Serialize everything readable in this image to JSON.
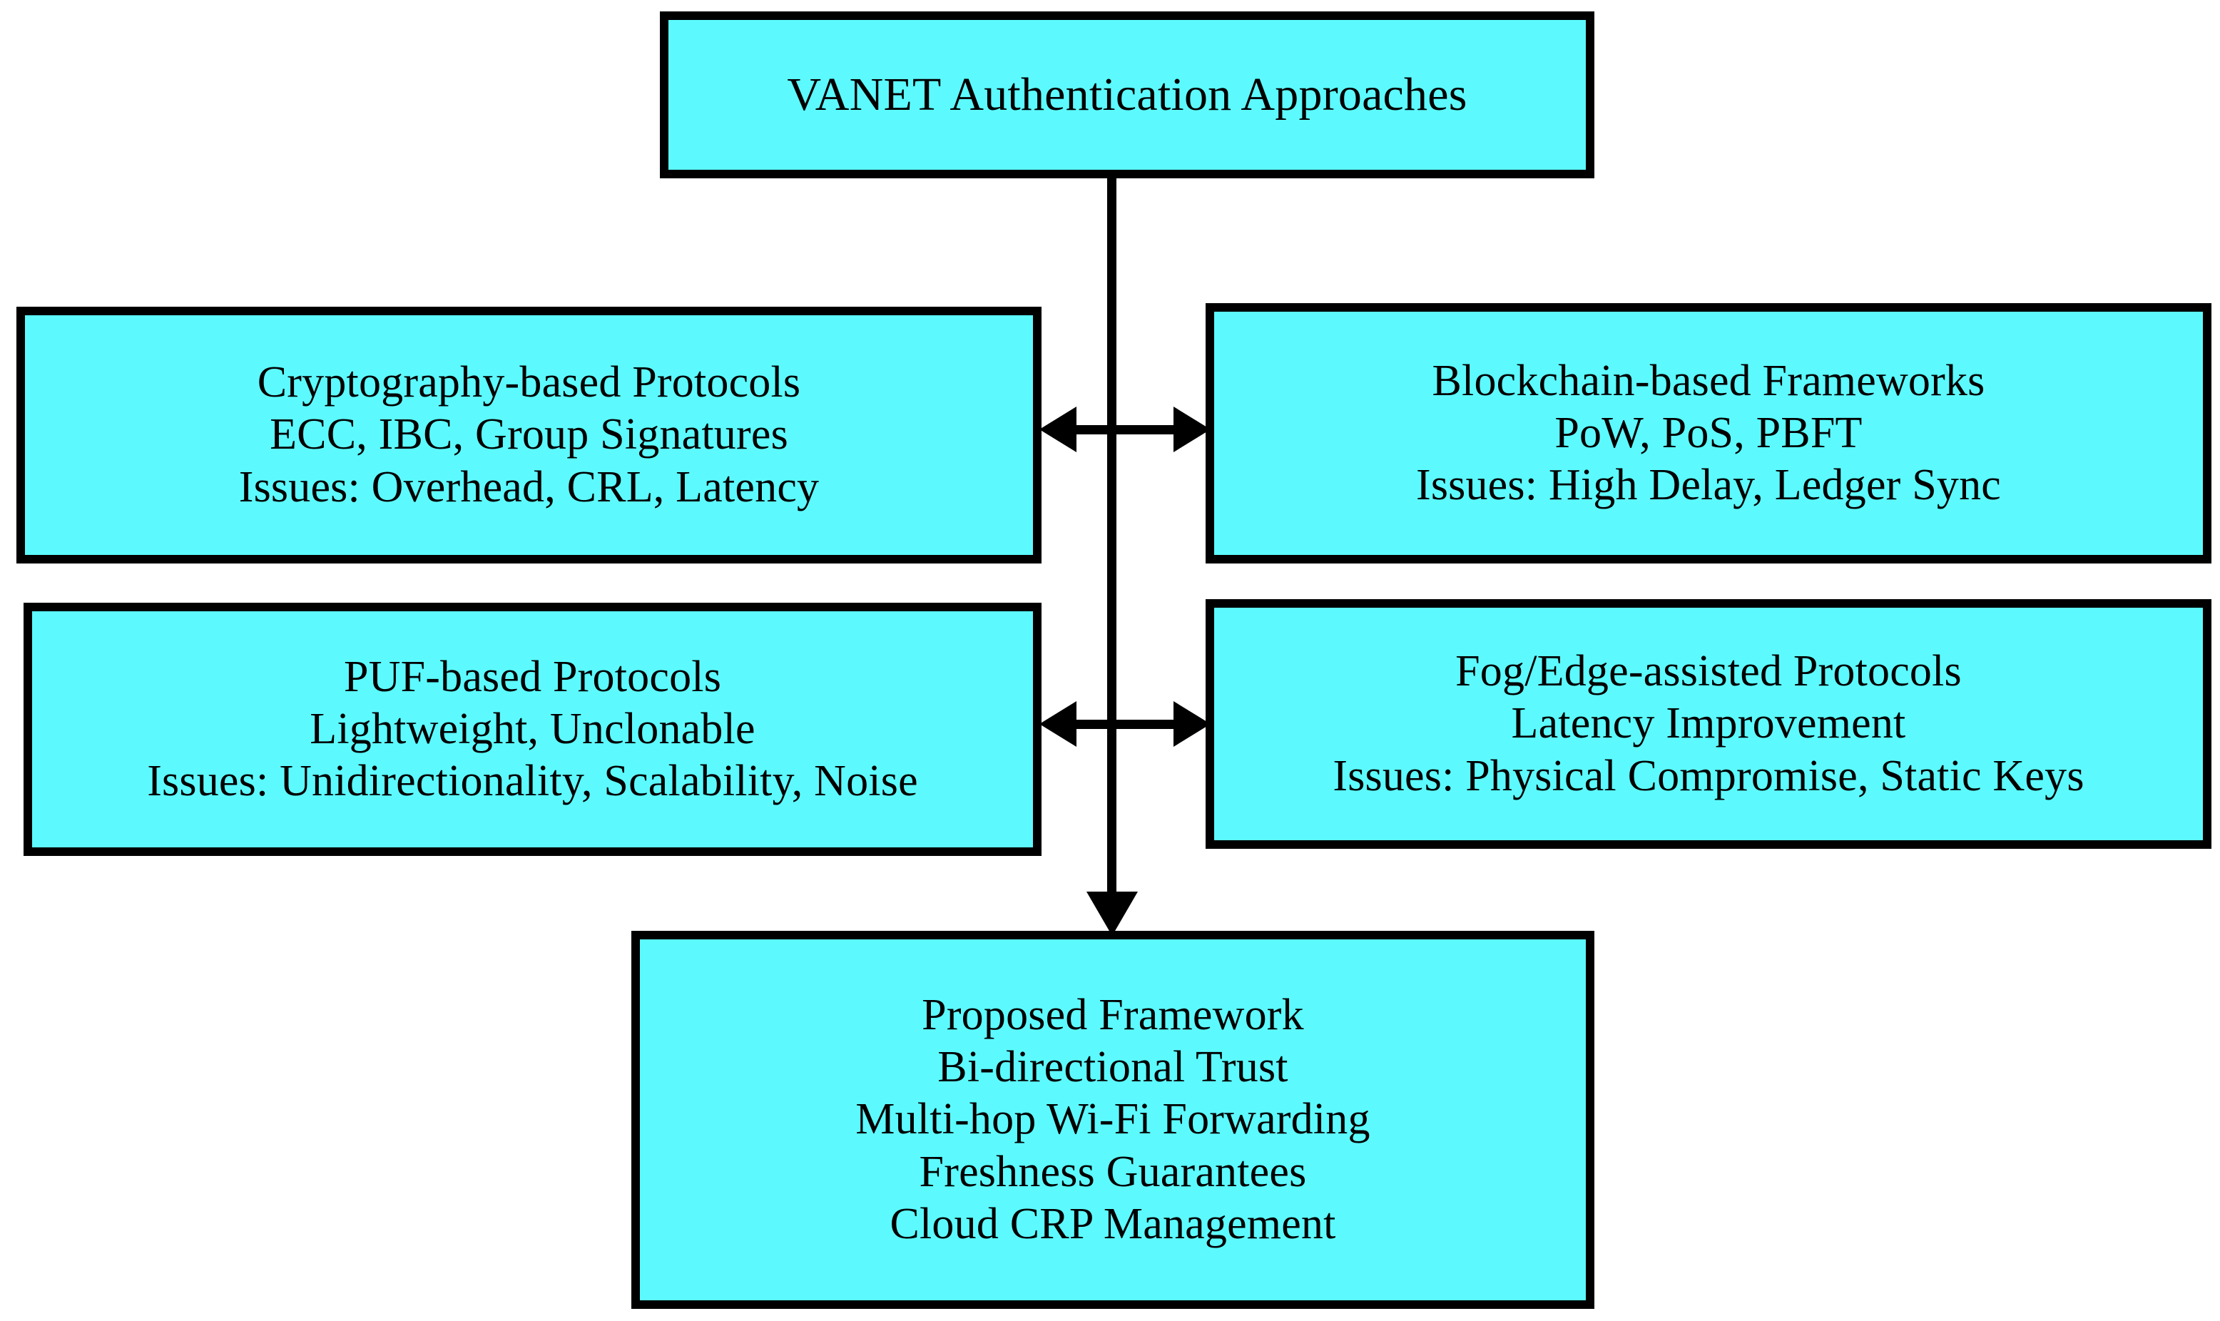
{
  "diagram": {
    "title": "VANET Authentication Approaches",
    "background_color": "#ffffff",
    "node_fill_color": "#5cfaff",
    "node_border_color": "#000000",
    "text_color": "#000000",
    "nodes": {
      "root": {
        "name": "VANET Authentication Approaches",
        "lines": [
          "VANET Authentication Approaches"
        ]
      },
      "cryptography": {
        "name": "Cryptography-based Protocols",
        "lines": [
          "Cryptography-based Protocols",
          "ECC, IBC, Group Signatures",
          "Issues: Overhead, CRL, Latency"
        ]
      },
      "blockchain": {
        "name": "Blockchain-based Frameworks",
        "lines": [
          "Blockchain-based Frameworks",
          "PoW, PoS, PBFT",
          "Issues: High Delay, Ledger Sync"
        ]
      },
      "puf": {
        "name": "PUF-based Protocols",
        "lines": [
          "PUF-based Protocols",
          "Lightweight, Unclonable",
          "Issues: Unidirectionality, Scalability, Noise"
        ]
      },
      "fog_edge": {
        "name": "Fog/Edge-assisted Protocols",
        "lines": [
          "Fog/Edge-assisted Protocols",
          "Latency Improvement",
          "Issues: Physical Compromise, Static Keys"
        ]
      },
      "proposed": {
        "name": "Proposed Framework",
        "lines": [
          "Proposed Framework",
          "Bi-directional Trust",
          "Multi-hop Wi-Fi Forwarding",
          "Freshness Guarantees",
          "Cloud CRP Management"
        ]
      }
    },
    "connectors": [
      {
        "id": "root-to-proposed",
        "type": "vertical-line-with-arrowhead",
        "from": "root",
        "to": "proposed",
        "direction": "down"
      },
      {
        "id": "cryptography-blockchain",
        "type": "bidirectional-horizontal-arrow",
        "from": "cryptography",
        "to": "blockchain"
      },
      {
        "id": "puf-fog-edge",
        "type": "bidirectional-horizontal-arrow",
        "from": "puf",
        "to": "fog_edge"
      }
    ]
  }
}
